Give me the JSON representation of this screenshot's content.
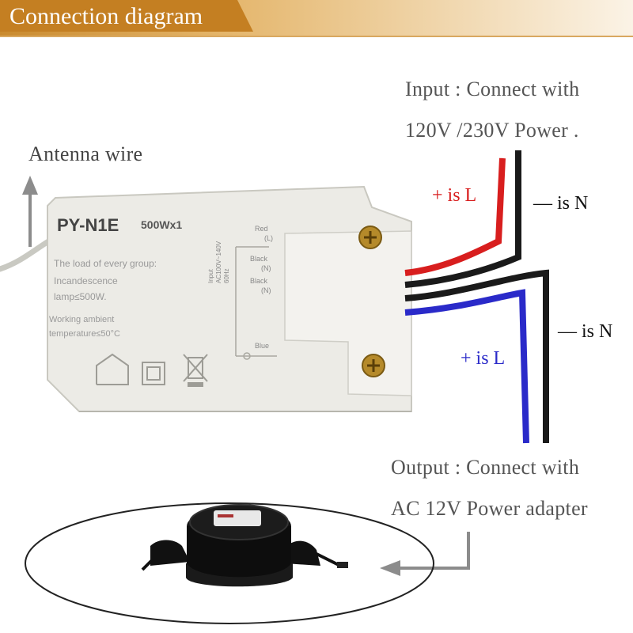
{
  "banner": {
    "title": "Connection diagram"
  },
  "antenna": {
    "label": "Antenna wire"
  },
  "input": {
    "line1": "Input : Connect with",
    "line2": "120V /230V Power ."
  },
  "output": {
    "line1": "Output : Connect with",
    "line2": "AC 12V Power adapter"
  },
  "wire_labels": {
    "input_live": "+ is L",
    "input_neutral": "— is N",
    "output_neutral": "— is N",
    "output_live": "+ is L"
  },
  "device": {
    "model": "PY-N1E",
    "rating": "500Wx1",
    "desc_line1": "The load of every group:",
    "desc_line2": "Incandescence",
    "desc_line3": "lamp≤500W.",
    "desc_line4": "Working ambient",
    "desc_line5": "temperature≤50°C",
    "input_spec_line1": "Input",
    "input_spec_line2": "AC100V~140V",
    "input_spec_line3": "60Hz",
    "red_label": "Red",
    "red_sub": "(L)",
    "black1_label": "Black",
    "black1_sub": "(N)",
    "black2_label": "Black",
    "black2_sub": "(N)",
    "blue_label": "Blue"
  },
  "colors": {
    "banner_start": "#c98a2e",
    "banner_end": "#f6e7cf",
    "text_gray": "#555555",
    "red_wire": "#d81e1e",
    "blue_wire": "#2a2ac9",
    "device_body": "#ecebe6",
    "arrow_gray": "#8c8c8c"
  },
  "icons": [
    "house-icon",
    "double-square-icon",
    "crossed-bin-icon",
    "screw-icon",
    "arrow-up-icon",
    "arrow-left-icon"
  ]
}
